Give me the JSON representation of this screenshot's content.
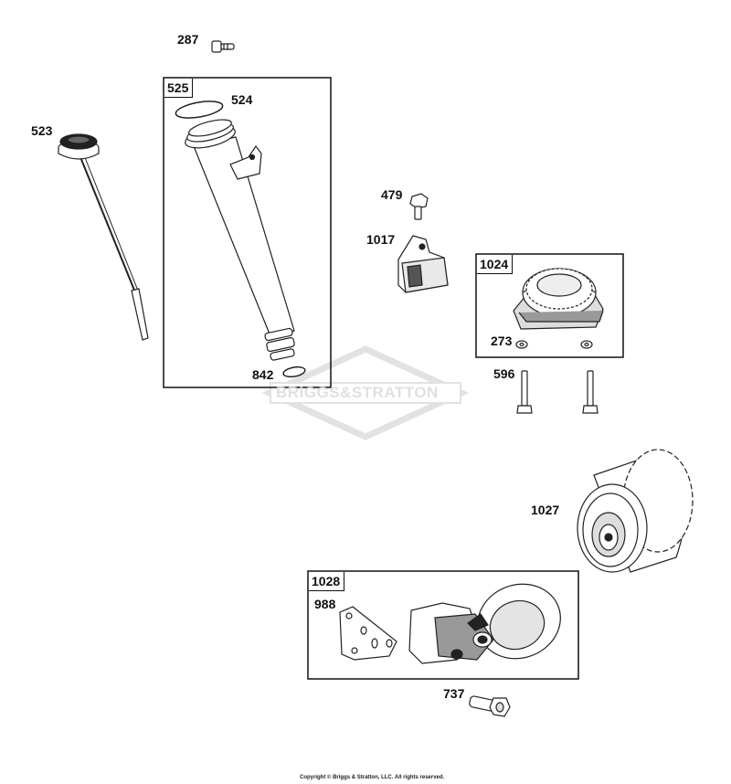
{
  "watermark": "BRIGGS&STRATTON",
  "copyright": "Copyright © Briggs & Stratton, LLC. All rights reserved.",
  "groups": [
    {
      "id": "525",
      "label": "525"
    },
    {
      "id": "1024",
      "label": "1024"
    },
    {
      "id": "1028",
      "label": "1028"
    }
  ],
  "parts": {
    "p287": "287",
    "p524": "524",
    "p523": "523",
    "p842": "842",
    "p479": "479",
    "p1017": "1017",
    "p273": "273",
    "p596": "596",
    "p1027": "1027",
    "p988": "988",
    "p737": "737"
  }
}
